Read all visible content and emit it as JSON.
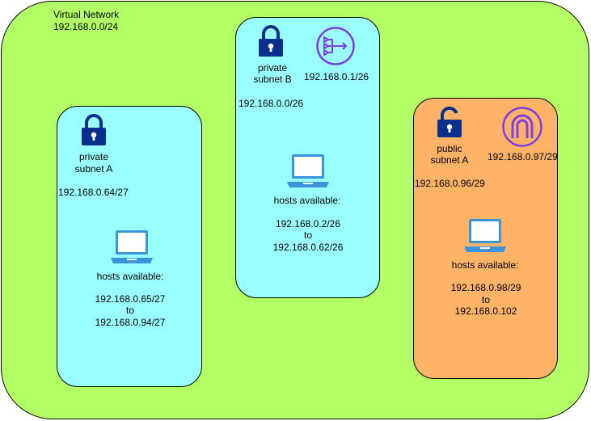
{
  "colors": {
    "vnet_fill": "#B3FF66",
    "private_fill": "#99FFFF",
    "public_fill": "#FFB366",
    "lock_navy": "#0A2F8C",
    "nat_purple": "#7B3FE4",
    "laptop_blue": "#3C94DC"
  },
  "vnet": {
    "title": "Virtual Network",
    "cidr": "192.168.0.0/24"
  },
  "subnet_a": {
    "label_line1": "private",
    "label_line2": "subnet A",
    "cidr": "192.168.0.64/27",
    "hosts_label": "hosts available:",
    "range_start": "192.168.0.65/27",
    "range_to": "to",
    "range_end": "192.168.0.94/27",
    "icons": [
      "lock-icon",
      "laptop-icon"
    ]
  },
  "subnet_b": {
    "label_line1": "private",
    "label_line2": "subnet B",
    "gateway_ip": "192.168.0.1/26",
    "cidr": "192.168.0.0/26",
    "hosts_label": "hosts available:",
    "range_start": "192.168.0.2/26",
    "range_to": "to",
    "range_end": "192.168.0.62/26",
    "icons": [
      "lock-icon",
      "nat-gateway-icon",
      "laptop-icon"
    ]
  },
  "public_a": {
    "label_line1": "public",
    "label_line2": "subnet A",
    "gateway_ip": "192.168.0.97/29",
    "cidr": "192.168.0.96/29",
    "hosts_label": "hosts available:",
    "range_start": "192.168.0.98/29",
    "range_to": "to",
    "range_end": "192.168.0.102",
    "icons": [
      "unlock-icon",
      "internet-gateway-icon",
      "laptop-icon"
    ]
  }
}
